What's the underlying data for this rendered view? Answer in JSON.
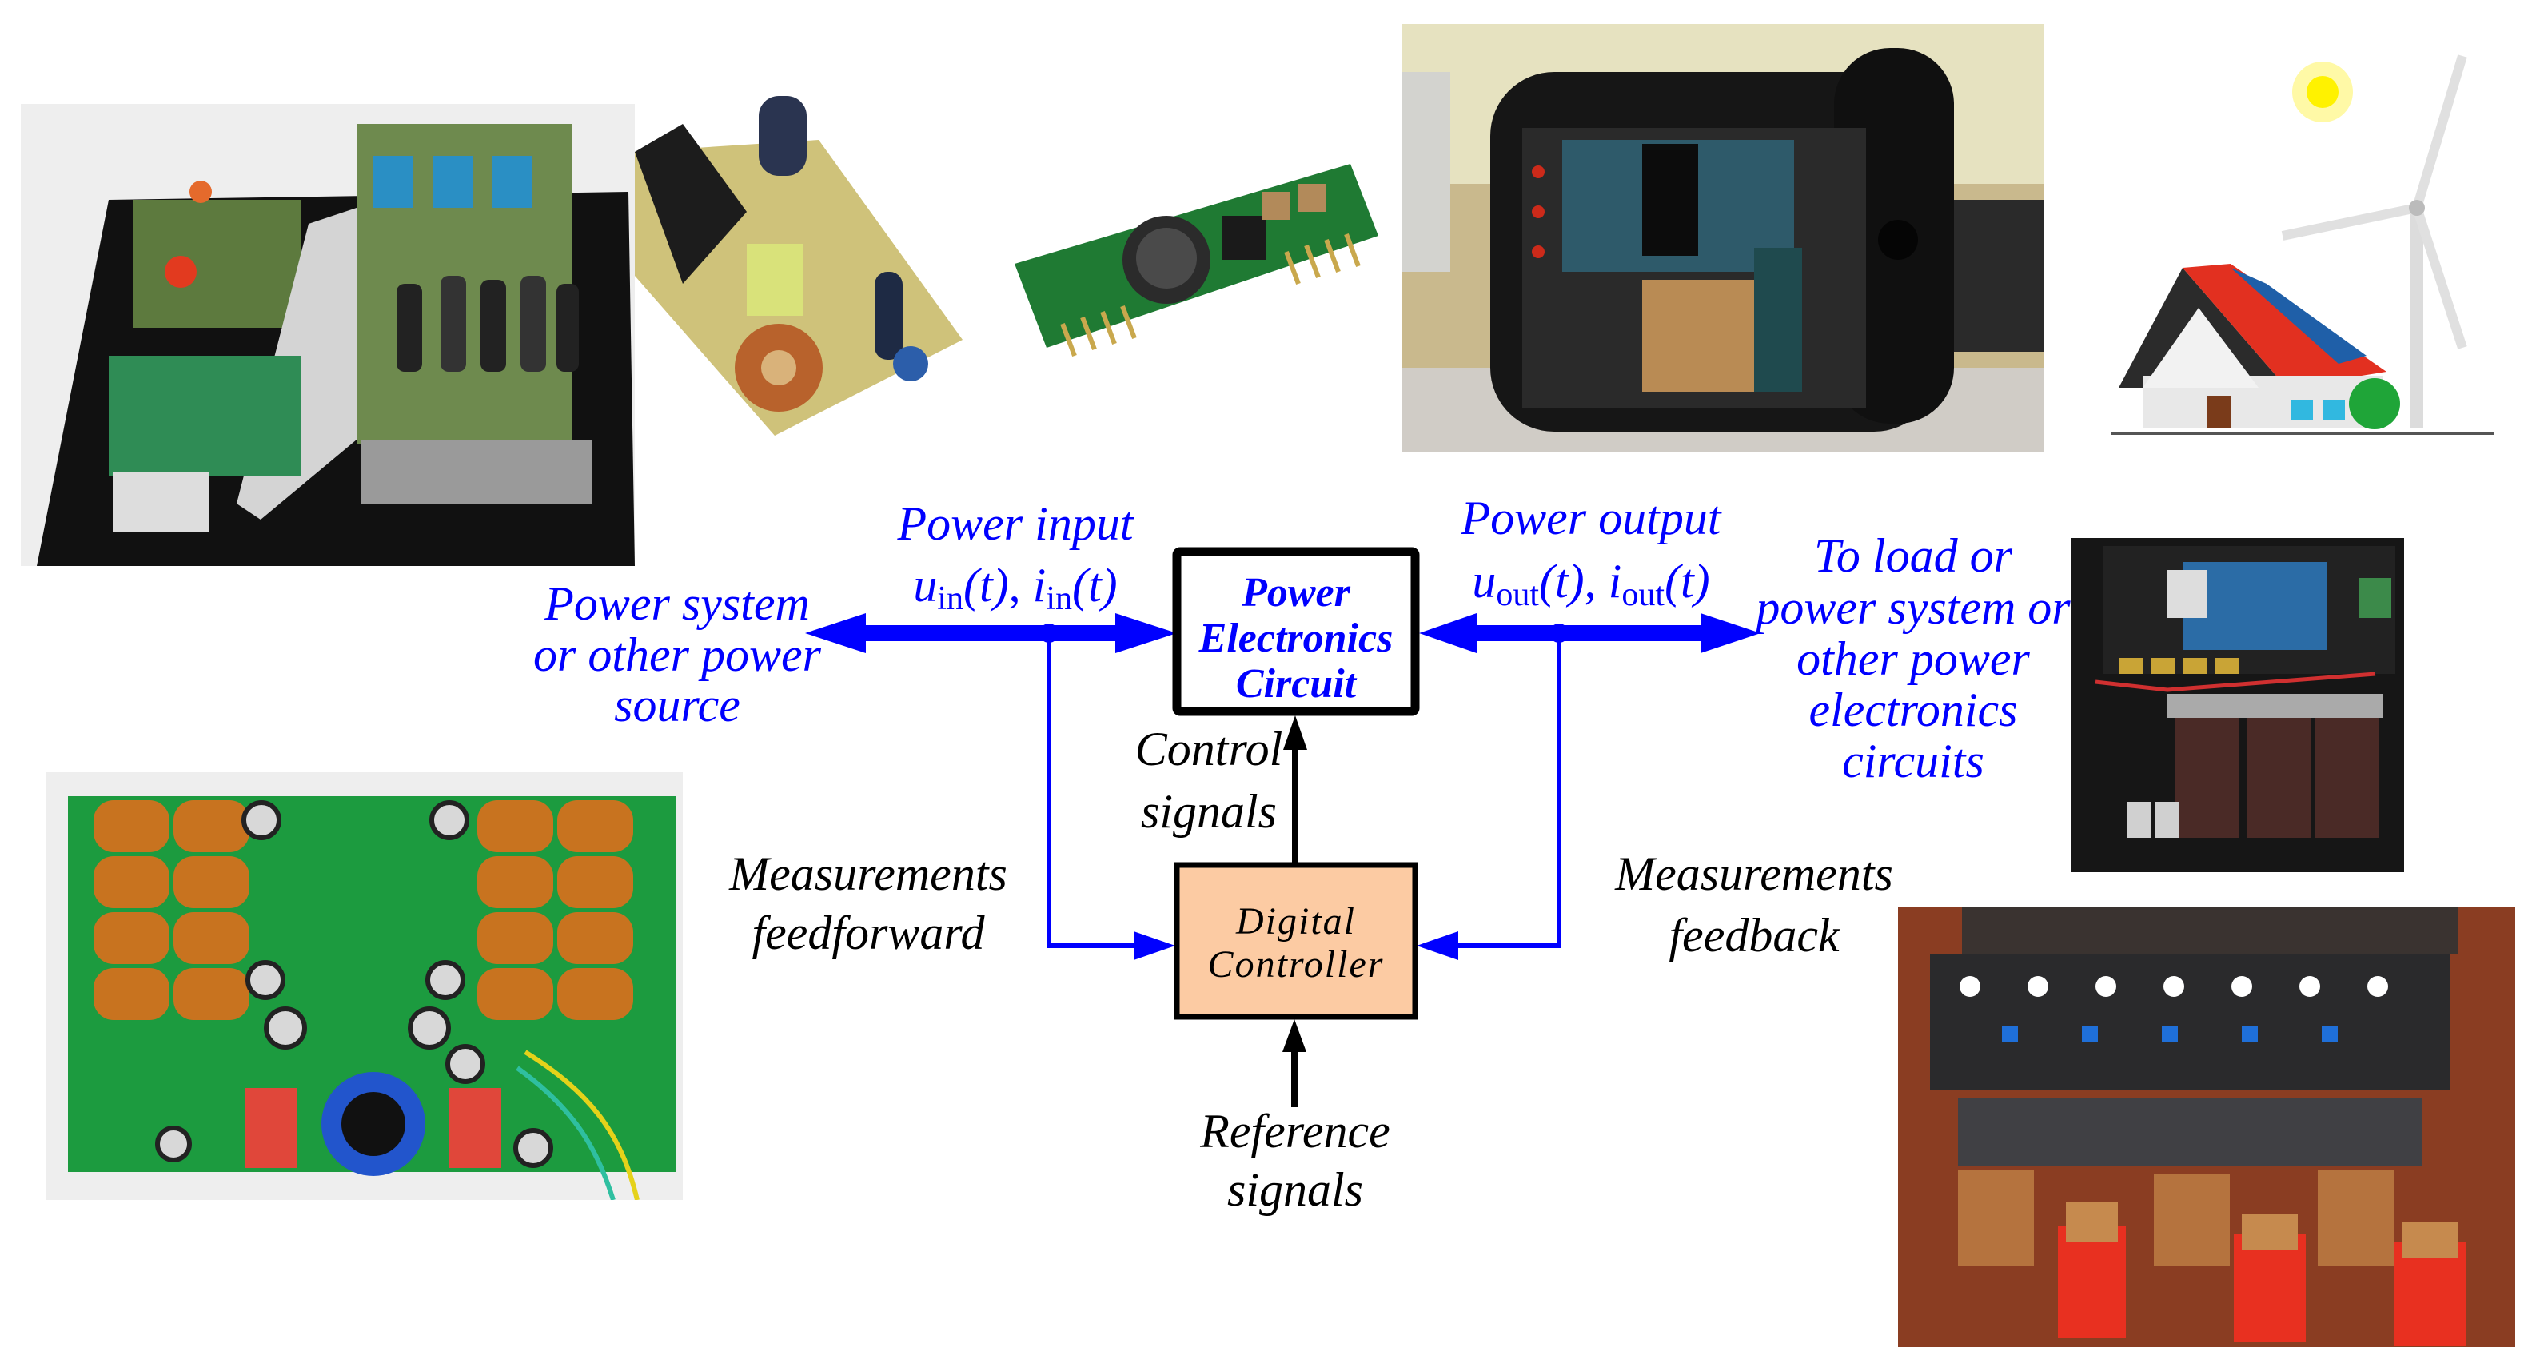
{
  "figure": {
    "colors": {
      "power_path": "#0000ff",
      "signal_path": "#000000",
      "controller_fill": "#fccba3",
      "circuit_fill": "#ffffff"
    },
    "blocks": {
      "power_circuit": {
        "line1": "Power",
        "line2": "Electronics",
        "line3": "Circuit"
      },
      "controller": {
        "line1": "Digital",
        "line2": "Controller"
      }
    },
    "labels": {
      "power_input": {
        "title": "Power input",
        "u": "u",
        "i": "i",
        "sub": "in",
        "arg": "(t)",
        "sep": ", "
      },
      "power_output": {
        "title": "Power output",
        "u": "u",
        "i": "i",
        "sub": "out",
        "arg": "(t)",
        "sep": ", "
      },
      "source": [
        "Power system",
        "or other power",
        "source"
      ],
      "load": [
        "To load or",
        "power system or",
        "other power",
        "electronics",
        "circuits"
      ],
      "control_signals": [
        "Control",
        "signals"
      ],
      "feedforward": [
        "Measurements",
        "feedforward"
      ],
      "feedback": [
        "Measurements",
        "feedback"
      ],
      "reference": [
        "Reference",
        "signals"
      ]
    },
    "photos": [
      {
        "id": "lab-converter-board",
        "description": "power converter prototype on black base plate"
      },
      {
        "id": "open-frame-psu",
        "description": "open-frame switching power supply"
      },
      {
        "id": "dc-dc-module",
        "description": "DC-DC converter module"
      },
      {
        "id": "converter-cabinet",
        "description": "power converter in black enclosure"
      },
      {
        "id": "house-solar-wind",
        "description": "house with solar panels and wind turbine"
      },
      {
        "id": "emi-filter-board",
        "description": "green PCB with toroidal inductors"
      },
      {
        "id": "inverter-cabinet",
        "description": "inverter cabinet with transformer"
      },
      {
        "id": "transformer-assembly",
        "description": "multi-transformer assembly on heatsinks"
      }
    ]
  }
}
